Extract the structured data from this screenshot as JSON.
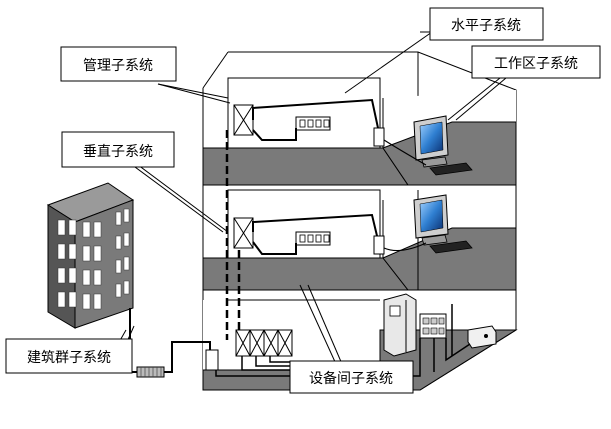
{
  "labels": {
    "horizontal": "水平子系统",
    "management": "管理子系统",
    "workarea": "工作区子系统",
    "vertical": "垂直子系统",
    "campus": "建筑群子系统",
    "equipment": "设备间子系统"
  },
  "colors": {
    "floor": "#7a7a7a",
    "tower": "#6f6f6f",
    "screen": "#2f7fd1",
    "line": "#000000",
    "background": "#ffffff"
  }
}
